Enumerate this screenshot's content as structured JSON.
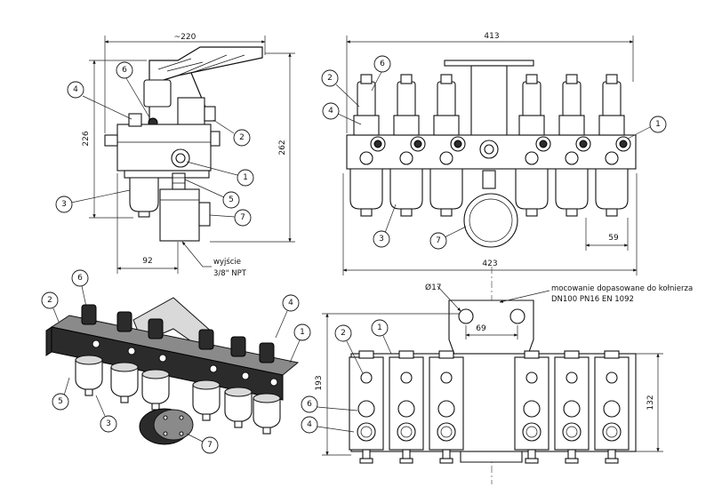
{
  "dimensions": {
    "side_width": "~220",
    "side_height_left": "226",
    "side_height_right": "262",
    "side_bottom": "92",
    "front_top_width": "413",
    "front_bottom_width": "423",
    "front_pitch": "59",
    "bottom_height_left": "193",
    "bottom_height_right": "132",
    "bottom_hole_spacing": "69",
    "bottom_hole_diameter": "Ø17"
  },
  "notes": {
    "outlet_line1": "wyjście",
    "outlet_line2": "3/8\" NPT",
    "mount_line1": "mocowanie dopasowane do kołnierza",
    "mount_line2": "DN100 PN16 EN 1092"
  },
  "callouts": {
    "side": [
      "6",
      "4",
      "2",
      "1",
      "3",
      "5",
      "7"
    ],
    "front": [
      "6",
      "2",
      "4",
      "1",
      "3",
      "7"
    ],
    "iso": [
      "6",
      "2",
      "4",
      "1",
      "5",
      "3",
      "7"
    ],
    "bottom": [
      "2",
      "1",
      "6",
      "4"
    ]
  }
}
